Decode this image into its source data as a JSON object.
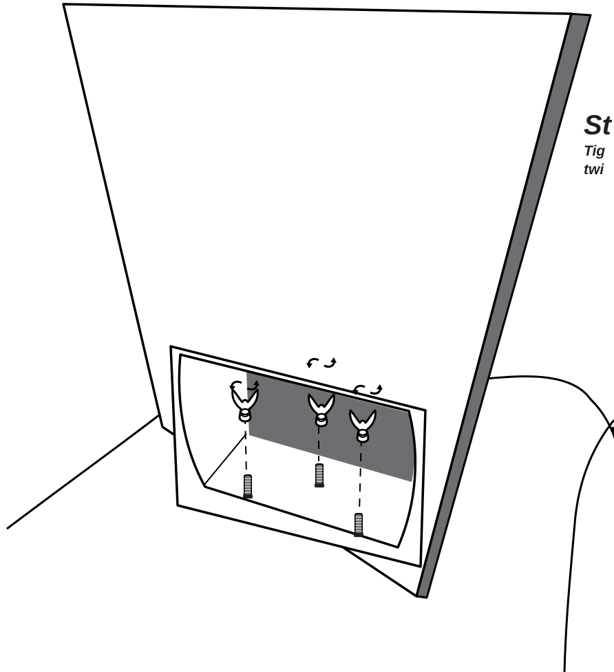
{
  "instruction": {
    "title": "St",
    "lines": [
      "Tig",
      "twi"
    ]
  },
  "colors": {
    "outline": "#000000",
    "panel_shadow": "#6d6e71",
    "edge": "#6d6e71",
    "background": "#ffffff"
  },
  "parts": {
    "wing_nut_count": 3,
    "bolt_count": 3,
    "rotation_arrow_count": 3
  }
}
